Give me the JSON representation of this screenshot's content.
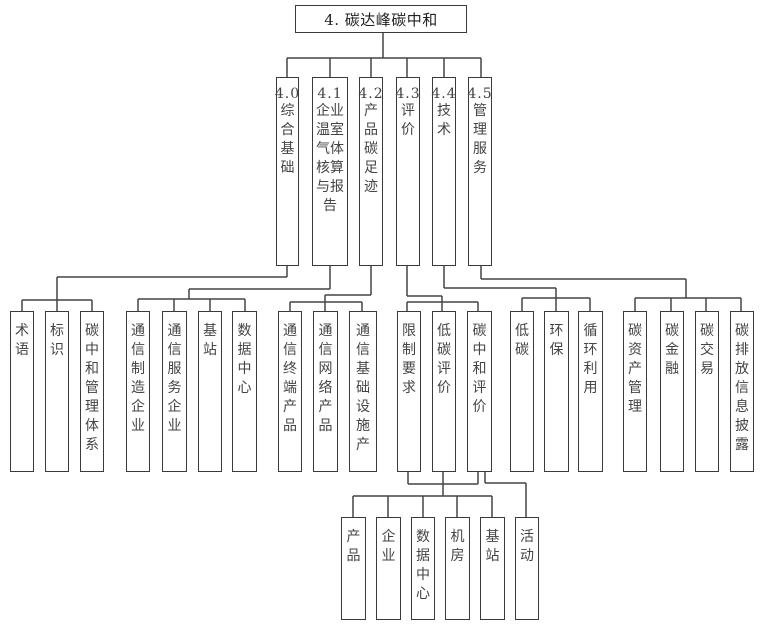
{
  "root": {
    "label": "4. 碳达峰碳中和"
  },
  "level1": [
    {
      "code": "4.0",
      "label": "综合基础"
    },
    {
      "code": "4.1",
      "label": "企业温室气体核算与报告"
    },
    {
      "code": "4.2",
      "label": "产品碳足迹"
    },
    {
      "code": "4.3",
      "label": "评价"
    },
    {
      "code": "4.4",
      "label": "技术"
    },
    {
      "code": "4.5",
      "label": "管理服务"
    }
  ],
  "level2": {
    "comprehensive": [
      "术语",
      "标识",
      "碳中和管理体系"
    ],
    "enterprise_ghg": [
      "通信制造企业",
      "通信服务企业",
      "基站",
      "数据中心"
    ],
    "product_footprint": [
      "通信终端产品",
      "通信网络产品",
      "通信基础设施产"
    ],
    "evaluation": [
      "限制要求",
      "低碳评价",
      "碳中和评价"
    ],
    "technology": [
      "低碳",
      "环保",
      "循环利用"
    ],
    "management_service": [
      "碳资产管理",
      "碳金融",
      "碳交易",
      "碳排放信息披露"
    ]
  },
  "level3": {
    "evaluation_objects": [
      "产品",
      "企业",
      "数据中心",
      "机房",
      "基站",
      "活动"
    ]
  }
}
